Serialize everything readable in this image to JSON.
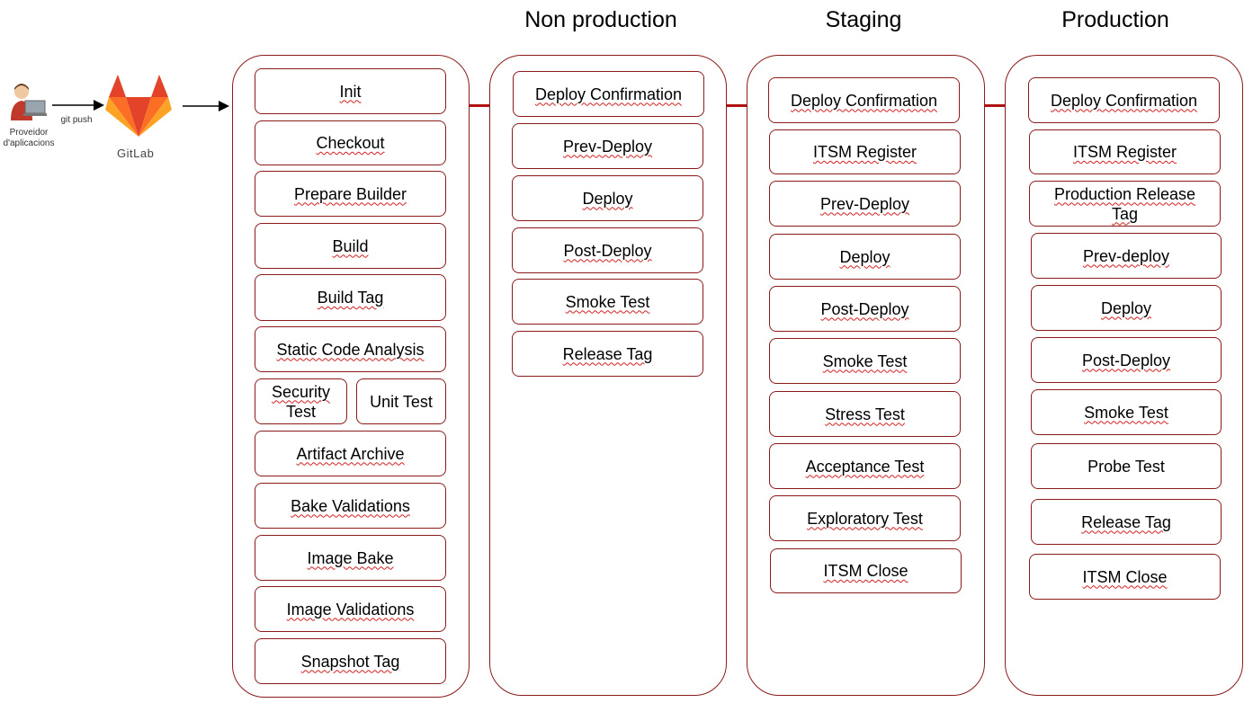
{
  "source": {
    "user_label_line1": "Proveidor",
    "user_label_line2": "d'aplicacions",
    "git_push_label": "git push",
    "gitlab_label": "GitLab"
  },
  "stage_titles": {
    "non_production": "Non production",
    "staging": "Staging",
    "production": "Production"
  },
  "build": {
    "init": "Init",
    "checkout": "Checkout",
    "prepare_builder": "Prepare Builder",
    "build": "Build",
    "build_tag": "Build Tag",
    "static_code_analysis": "Static Code Analysis",
    "security_test_line1": "Security",
    "security_test_line2": "Test",
    "unit_test": "Unit Test",
    "artifact_archive": "Artifact Archive",
    "bake_validations": "Bake Validations",
    "image_bake": "Image Bake",
    "image_validations": "Image Validations",
    "snapshot_tag": "Snapshot Tag"
  },
  "non_production": {
    "deploy_confirmation": "Deploy Confirmation",
    "prev_deploy": "Prev-Deploy",
    "deploy": "Deploy",
    "post_deploy": "Post-Deploy",
    "smoke_test": "Smoke Test",
    "release_tag": "Release Tag"
  },
  "staging": {
    "deploy_confirmation": "Deploy Confirmation",
    "itsm_register": "ITSM Register",
    "prev_deploy": "Prev-Deploy",
    "deploy": "Deploy",
    "post_deploy": "Post-Deploy",
    "smoke_test": "Smoke Test",
    "stress_test": "Stress Test",
    "acceptance_test": "Acceptance Test",
    "exploratory_test": "Exploratory Test",
    "itsm_close": "ITSM Close"
  },
  "production": {
    "deploy_confirmation": "Deploy Confirmation",
    "itsm_register": "ITSM Register",
    "production_release_tag_line1": "Production Release",
    "production_release_tag_line2": "Tag",
    "prev_deploy": "Prev-deploy",
    "deploy": "Deploy",
    "post_deploy": "Post-Deploy",
    "smoke_test": "Smoke Test",
    "probe_test": "Probe Test",
    "release_tag": "Release Tag",
    "itsm_close": "ITSM Close"
  },
  "colors": {
    "lane_border": "#8b1a1a",
    "connector": "#b01010",
    "gitlab_orange": "#e24329",
    "gitlab_light": "#fca326",
    "gitlab_mid": "#fc6d26"
  }
}
